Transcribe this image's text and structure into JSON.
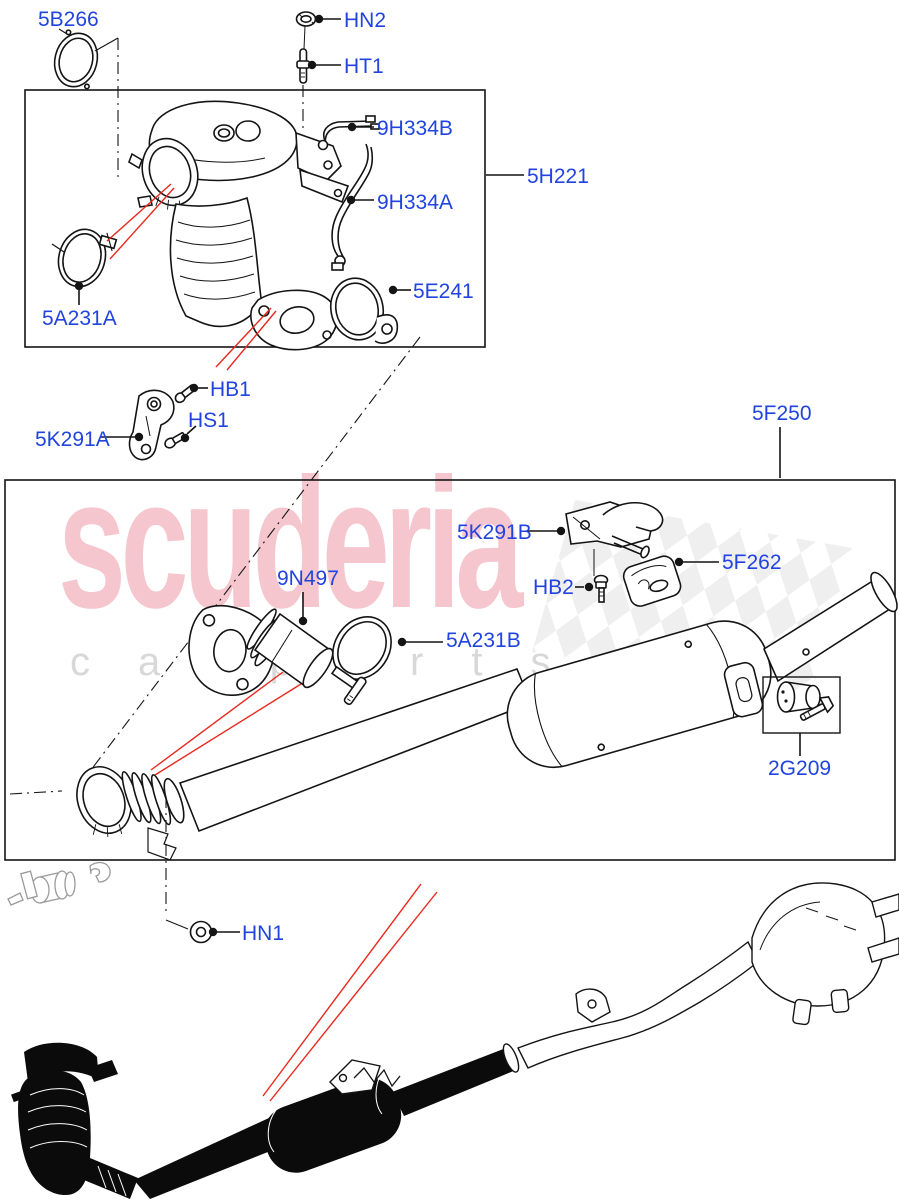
{
  "callouts": {
    "b5266": "5B266",
    "hn2": "HN2",
    "ht1": "HT1",
    "h9334b": "9H334B",
    "h5221": "5H221",
    "h9334a": "9H334A",
    "e5241": "5E241",
    "a5231a": "5A231A",
    "hb1": "HB1",
    "hs1": "HS1",
    "k5291a": "5K291A",
    "f5250": "5F250",
    "k5291b": "5K291B",
    "n9497": "9N497",
    "f5262": "5F262",
    "hb2": "HB2",
    "a5231b": "5A231B",
    "g2209": "2G209",
    "hn1": "HN1"
  },
  "watermark": {
    "word": "scuderia",
    "tagline": "carparts"
  },
  "colors": {
    "callout": "#2143df",
    "pointer_red": "#e8281e",
    "art_black": "#141414",
    "watermark_pink": "#f5c6ce",
    "watermark_gray": "#d8d8d8",
    "checker_gray": "#e2e2e2",
    "reference_gray": "#9a9a9a"
  }
}
